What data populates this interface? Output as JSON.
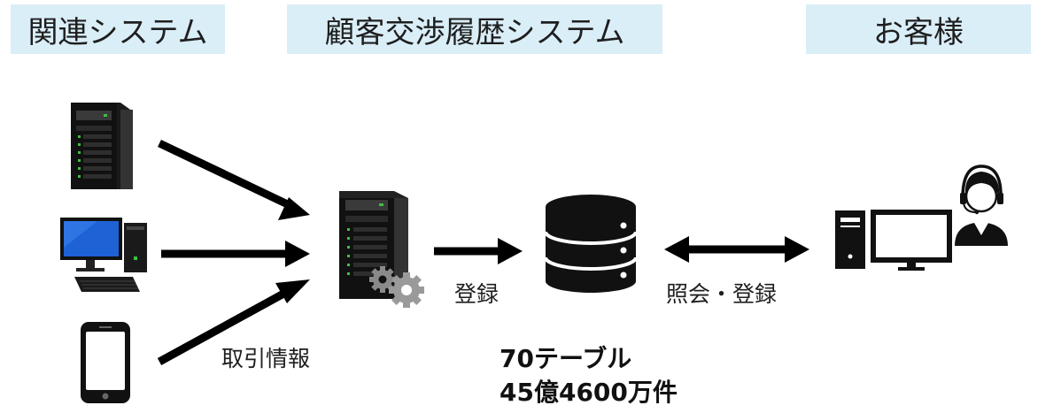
{
  "headers": {
    "related_systems": "関連システム",
    "history_system": "顧客交渉履歴システム",
    "customer": "お客様"
  },
  "labels": {
    "register": "登録",
    "inquiry_register": "照会・登録",
    "transaction_info": "取引情報"
  },
  "stats": {
    "tables": "70テーブル",
    "records": "45億4600万件"
  },
  "icons": {
    "source_server": "server-tower-icon",
    "source_pc": "desktop-pc-icon",
    "source_mobile": "smartphone-icon",
    "app_server": "server-with-gears-icon",
    "database": "database-icon",
    "operator_pc": "desktop-pc-icon",
    "operator": "call-center-operator-icon"
  },
  "colors": {
    "header_background": "#daeef8",
    "icon_fill": "#111111",
    "led_green": "#3fbf3f",
    "monitor_screen": "#1e62d6"
  }
}
